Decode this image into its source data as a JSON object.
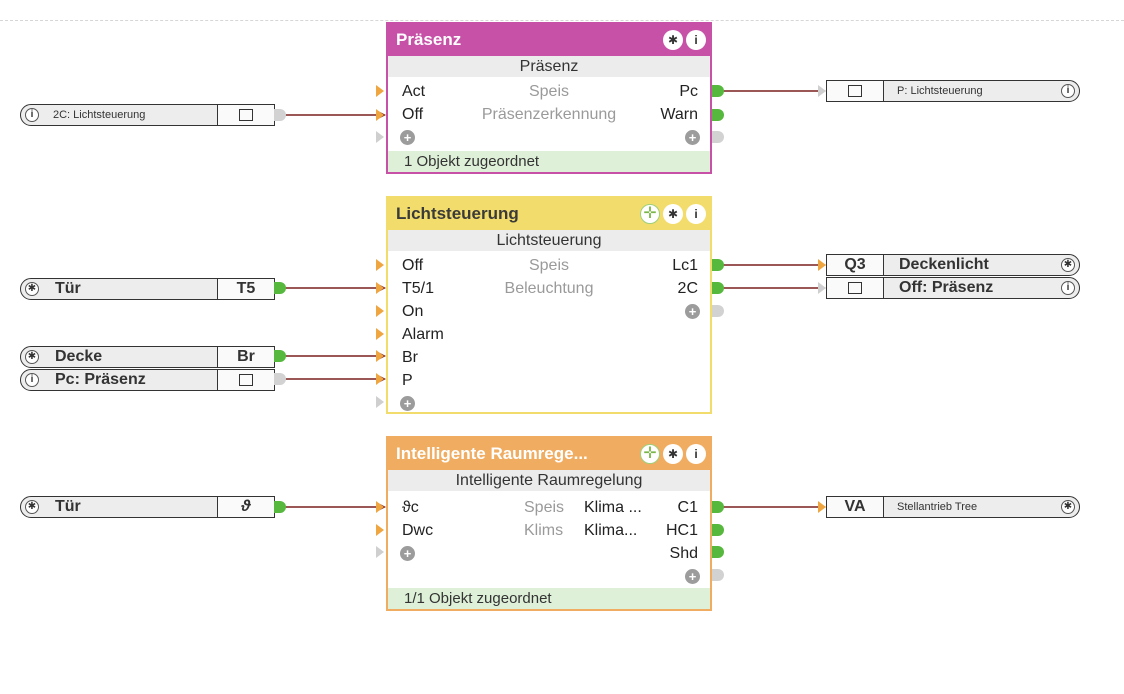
{
  "blocks": {
    "praesenz": {
      "title": "Präsenz",
      "subtitle": "Präsenz",
      "rows": [
        {
          "in": "Act",
          "mid": "Speis",
          "out": "Pc"
        },
        {
          "in": "Off",
          "mid": "Präsenzerkennung",
          "out": "Warn"
        }
      ],
      "footer": "1 Objekt zugeordnet"
    },
    "licht": {
      "title": "Lichtsteuerung",
      "subtitle": "Lichtsteuerung",
      "rows": [
        {
          "in": "Off",
          "mid": "Speis",
          "out": "Lc1"
        },
        {
          "in": "T5/1",
          "mid": "Beleuchtung",
          "out": "2C"
        },
        {
          "in": "On"
        },
        {
          "in": "Alarm"
        },
        {
          "in": "Br"
        },
        {
          "in": "P"
        }
      ]
    },
    "raum": {
      "title": "Intelligente Raumrege...",
      "subtitle": "Intelligente Raumregelung",
      "rows": [
        {
          "in": "ϑc",
          "mid": "Speis",
          "mid2": "Klima ...",
          "out": "C1"
        },
        {
          "in": "Dwc",
          "mid": "Klims",
          "mid2": "Klima...",
          "out": "HC1"
        },
        {
          "out": "Shd"
        }
      ],
      "footer": "1/1 Objekt zugeordnet"
    }
  },
  "objects": {
    "in_2c": {
      "name": "2C: Lichtsteuerung",
      "icon": "i"
    },
    "out_p": {
      "name": "P: Lichtsteuerung",
      "icon": "i"
    },
    "in_tuer1": {
      "name": "Tür",
      "tag": "T5"
    },
    "in_decke": {
      "name": "Decke",
      "tag": "Br"
    },
    "in_pc": {
      "name": "Pc: Präsenz",
      "icon": "i"
    },
    "out_deckenlicht": {
      "tag": "Q3",
      "name": "Deckenlicht"
    },
    "out_off": {
      "name": "Off: Präsenz"
    },
    "in_tuer2": {
      "name": "Tür",
      "tag": "ϑ"
    },
    "out_va": {
      "tag": "VA",
      "name": "Stellantrieb Tree"
    }
  },
  "icons": {
    "gear": "gear-icon",
    "info": "info-icon",
    "move": "move-icon",
    "plus": "plus-icon",
    "link_out": "link-out-icon",
    "link_in": "link-in-icon"
  },
  "colors": {
    "praesenz": "#c651a7",
    "licht": "#f2dc6b",
    "raum": "#f0ad62",
    "wire": "#7a1f1f",
    "port_out": "#57b83e",
    "port_in": "#f0a640",
    "footer_bg": "#dff0d8"
  }
}
